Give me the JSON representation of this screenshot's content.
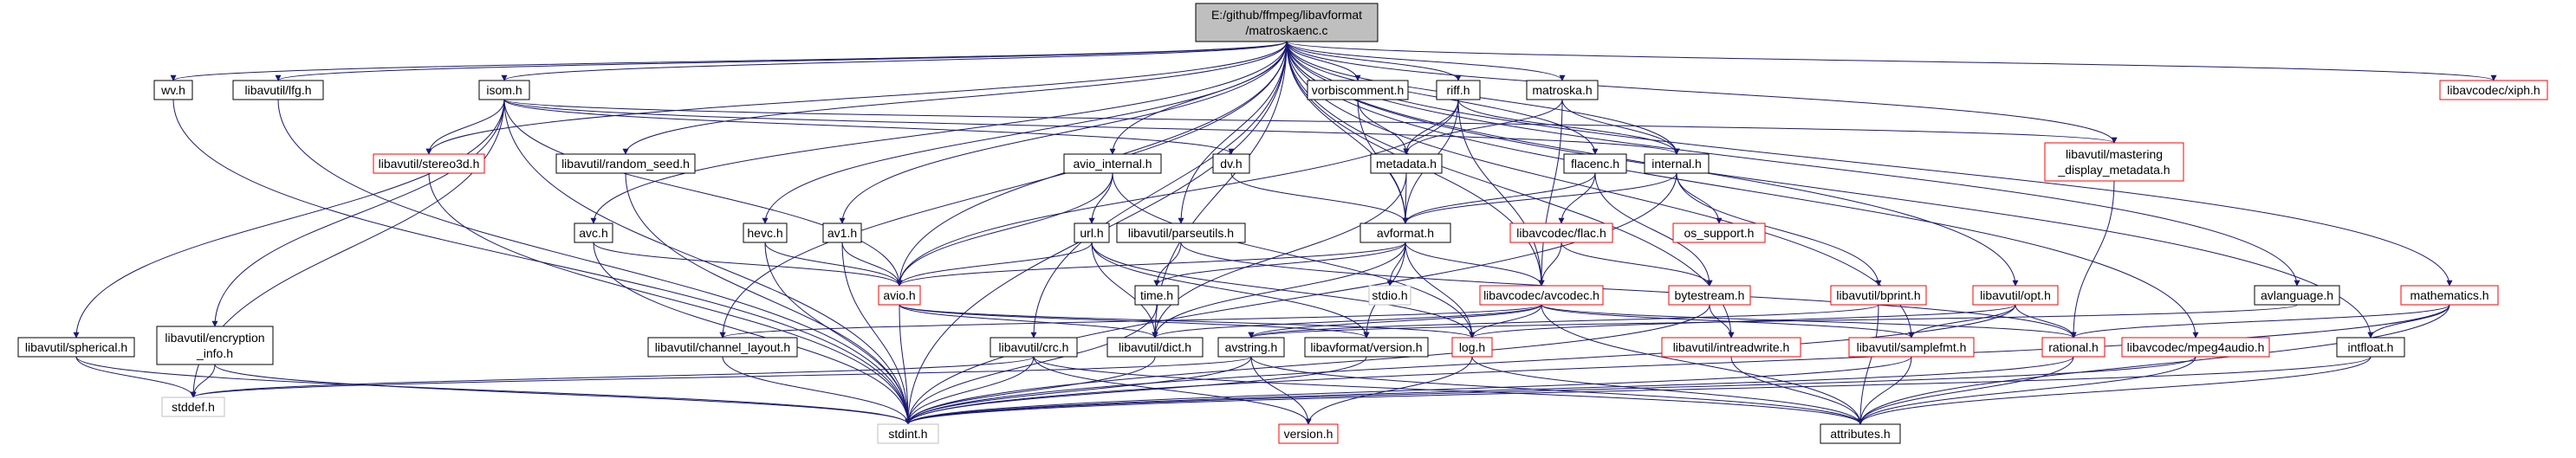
{
  "graph": {
    "type": "include-dependency-graph",
    "root": "root",
    "colors": {
      "edge": "#191970",
      "node_border": "#000000",
      "node_border_missing": "#ff0000",
      "node_border_system": "#bfbfbf",
      "root_fill": "#bfbfbf",
      "node_fill": "#ffffff",
      "text": "#000000"
    },
    "nodes": [
      {
        "id": "root",
        "lines": [
          "E:/github/ffmpeg/libavformat",
          "/matroskaenc.c"
        ],
        "kind": "root"
      },
      {
        "id": "wv",
        "lines": [
          "wv.h"
        ],
        "kind": "normal"
      },
      {
        "id": "lfg",
        "lines": [
          "libavutil/lfg.h"
        ],
        "kind": "normal"
      },
      {
        "id": "isom",
        "lines": [
          "isom.h"
        ],
        "kind": "normal"
      },
      {
        "id": "vorbiscomment",
        "lines": [
          "vorbiscomment.h"
        ],
        "kind": "normal"
      },
      {
        "id": "riff",
        "lines": [
          "riff.h"
        ],
        "kind": "normal"
      },
      {
        "id": "matroska",
        "lines": [
          "matroska.h"
        ],
        "kind": "normal"
      },
      {
        "id": "xiph",
        "lines": [
          "libavcodec/xiph.h"
        ],
        "kind": "missing"
      },
      {
        "id": "stereo3d",
        "lines": [
          "libavutil/stereo3d.h"
        ],
        "kind": "missing"
      },
      {
        "id": "mastering",
        "lines": [
          "libavutil/mastering",
          "_display_metadata.h"
        ],
        "kind": "missing"
      },
      {
        "id": "random_seed",
        "lines": [
          "libavutil/random_seed.h"
        ],
        "kind": "normal"
      },
      {
        "id": "avio_internal",
        "lines": [
          "avio_internal.h"
        ],
        "kind": "normal"
      },
      {
        "id": "dv",
        "lines": [
          "dv.h"
        ],
        "kind": "normal"
      },
      {
        "id": "metadata",
        "lines": [
          "metadata.h"
        ],
        "kind": "normal"
      },
      {
        "id": "flacenc",
        "lines": [
          "flacenc.h"
        ],
        "kind": "normal"
      },
      {
        "id": "internal",
        "lines": [
          "internal.h"
        ],
        "kind": "normal"
      },
      {
        "id": "avc",
        "lines": [
          "avc.h"
        ],
        "kind": "normal"
      },
      {
        "id": "hevc",
        "lines": [
          "hevc.h"
        ],
        "kind": "normal"
      },
      {
        "id": "av1",
        "lines": [
          "av1.h"
        ],
        "kind": "normal"
      },
      {
        "id": "url",
        "lines": [
          "url.h"
        ],
        "kind": "normal"
      },
      {
        "id": "parseutils",
        "lines": [
          "libavutil/parseutils.h"
        ],
        "kind": "normal"
      },
      {
        "id": "avformat",
        "lines": [
          "avformat.h"
        ],
        "kind": "normal"
      },
      {
        "id": "flac",
        "lines": [
          "libavcodec/flac.h"
        ],
        "kind": "missing"
      },
      {
        "id": "os_support",
        "lines": [
          "os_support.h"
        ],
        "kind": "missing"
      },
      {
        "id": "time",
        "lines": [
          "time.h"
        ],
        "kind": "normal"
      },
      {
        "id": "stdio",
        "lines": [
          "stdio.h"
        ],
        "kind": "system"
      },
      {
        "id": "avio",
        "lines": [
          "avio.h"
        ],
        "kind": "missing"
      },
      {
        "id": "avcodec",
        "lines": [
          "libavcodec/avcodec.h"
        ],
        "kind": "missing"
      },
      {
        "id": "bytestream",
        "lines": [
          "bytestream.h"
        ],
        "kind": "missing"
      },
      {
        "id": "bprint",
        "lines": [
          "libavutil/bprint.h"
        ],
        "kind": "missing"
      },
      {
        "id": "opt",
        "lines": [
          "libavutil/opt.h"
        ],
        "kind": "missing"
      },
      {
        "id": "avlanguage",
        "lines": [
          "avlanguage.h"
        ],
        "kind": "normal"
      },
      {
        "id": "mathematics",
        "lines": [
          "mathematics.h"
        ],
        "kind": "missing"
      },
      {
        "id": "spherical",
        "lines": [
          "libavutil/spherical.h"
        ],
        "kind": "normal"
      },
      {
        "id": "encryption_info",
        "lines": [
          "libavutil/encryption",
          "_info.h"
        ],
        "kind": "normal"
      },
      {
        "id": "channel_layout",
        "lines": [
          "libavutil/channel_layout.h"
        ],
        "kind": "normal"
      },
      {
        "id": "crc",
        "lines": [
          "libavutil/crc.h"
        ],
        "kind": "normal"
      },
      {
        "id": "dict",
        "lines": [
          "libavutil/dict.h"
        ],
        "kind": "normal"
      },
      {
        "id": "avstring",
        "lines": [
          "avstring.h"
        ],
        "kind": "normal"
      },
      {
        "id": "libavformat_version",
        "lines": [
          "libavformat/version.h"
        ],
        "kind": "normal"
      },
      {
        "id": "log",
        "lines": [
          "log.h"
        ],
        "kind": "missing"
      },
      {
        "id": "intreadwrite",
        "lines": [
          "libavutil/intreadwrite.h"
        ],
        "kind": "missing"
      },
      {
        "id": "samplefmt",
        "lines": [
          "libavutil/samplefmt.h"
        ],
        "kind": "missing"
      },
      {
        "id": "rational",
        "lines": [
          "rational.h"
        ],
        "kind": "missing"
      },
      {
        "id": "mpeg4audio",
        "lines": [
          "libavcodec/mpeg4audio.h"
        ],
        "kind": "missing"
      },
      {
        "id": "intfloat",
        "lines": [
          "intfloat.h"
        ],
        "kind": "normal"
      },
      {
        "id": "stddef",
        "lines": [
          "stddef.h"
        ],
        "kind": "system"
      },
      {
        "id": "stdint",
        "lines": [
          "stdint.h"
        ],
        "kind": "system"
      },
      {
        "id": "version",
        "lines": [
          "version.h"
        ],
        "kind": "missing"
      },
      {
        "id": "attributes",
        "lines": [
          "attributes.h"
        ],
        "kind": "normal"
      }
    ],
    "edges": [
      [
        "root",
        "wv"
      ],
      [
        "root",
        "lfg"
      ],
      [
        "root",
        "isom"
      ],
      [
        "root",
        "vorbiscomment"
      ],
      [
        "root",
        "riff"
      ],
      [
        "root",
        "matroska"
      ],
      [
        "root",
        "xiph"
      ],
      [
        "root",
        "stereo3d"
      ],
      [
        "root",
        "mastering"
      ],
      [
        "root",
        "random_seed"
      ],
      [
        "root",
        "avio_internal"
      ],
      [
        "root",
        "avc"
      ],
      [
        "root",
        "hevc"
      ],
      [
        "root",
        "av1"
      ],
      [
        "root",
        "avformat"
      ],
      [
        "root",
        "flacenc"
      ],
      [
        "root",
        "internal"
      ],
      [
        "root",
        "avio"
      ],
      [
        "root",
        "avcodec"
      ],
      [
        "root",
        "opt"
      ],
      [
        "root",
        "avlanguage"
      ],
      [
        "root",
        "mathematics"
      ],
      [
        "root",
        "channel_layout"
      ],
      [
        "root",
        "crc"
      ],
      [
        "root",
        "dict"
      ],
      [
        "root",
        "samplefmt"
      ],
      [
        "root",
        "intreadwrite"
      ],
      [
        "root",
        "mpeg4audio"
      ],
      [
        "root",
        "intfloat"
      ],
      [
        "root",
        "stdint"
      ],
      [
        "root",
        "parseutils"
      ],
      [
        "wv",
        "stdint"
      ],
      [
        "lfg",
        "stdint"
      ],
      [
        "isom",
        "stereo3d"
      ],
      [
        "isom",
        "mastering"
      ],
      [
        "isom",
        "dv"
      ],
      [
        "isom",
        "internal"
      ],
      [
        "isom",
        "spherical"
      ],
      [
        "isom",
        "encryption_info"
      ],
      [
        "isom",
        "avio"
      ],
      [
        "isom",
        "stddef"
      ],
      [
        "isom",
        "stdint"
      ],
      [
        "vorbiscomment",
        "metadata"
      ],
      [
        "vorbiscomment",
        "avformat"
      ],
      [
        "riff",
        "metadata"
      ],
      [
        "riff",
        "internal"
      ],
      [
        "riff",
        "avcodec"
      ],
      [
        "riff",
        "avio"
      ],
      [
        "riff",
        "avformat"
      ],
      [
        "matroska",
        "metadata"
      ],
      [
        "matroska",
        "internal"
      ],
      [
        "matroska",
        "avcodec"
      ],
      [
        "stereo3d",
        "stdint"
      ],
      [
        "mastering",
        "rational"
      ],
      [
        "random_seed",
        "stdint"
      ],
      [
        "avio_internal",
        "url"
      ],
      [
        "avio_internal",
        "avio"
      ],
      [
        "avio_internal",
        "log"
      ],
      [
        "dv",
        "avformat"
      ],
      [
        "metadata",
        "avformat"
      ],
      [
        "metadata",
        "dict"
      ],
      [
        "flacenc",
        "flac"
      ],
      [
        "flacenc",
        "bytestream"
      ],
      [
        "flacenc",
        "avformat"
      ],
      [
        "internal",
        "avformat"
      ],
      [
        "internal",
        "os_support"
      ],
      [
        "internal",
        "bprint"
      ],
      [
        "internal",
        "stdint"
      ],
      [
        "avc",
        "avio"
      ],
      [
        "avc",
        "stdint"
      ],
      [
        "hevc",
        "avio"
      ],
      [
        "hevc",
        "stdint"
      ],
      [
        "av1",
        "avio"
      ],
      [
        "av1",
        "stdint"
      ],
      [
        "url",
        "avio"
      ],
      [
        "url",
        "dict"
      ],
      [
        "url",
        "libavformat_version"
      ],
      [
        "url",
        "log"
      ],
      [
        "parseutils",
        "time"
      ],
      [
        "parseutils",
        "rational"
      ],
      [
        "avformat",
        "time"
      ],
      [
        "avformat",
        "stdio"
      ],
      [
        "avformat",
        "avio"
      ],
      [
        "avformat",
        "avcodec"
      ],
      [
        "avformat",
        "dict"
      ],
      [
        "avformat",
        "log"
      ],
      [
        "avformat",
        "libavformat_version"
      ],
      [
        "flac",
        "avcodec"
      ],
      [
        "flac",
        "bytestream"
      ],
      [
        "time",
        "stdint"
      ],
      [
        "avio",
        "stdint"
      ],
      [
        "avio",
        "dict"
      ],
      [
        "avio",
        "log"
      ],
      [
        "avio",
        "libavformat_version"
      ],
      [
        "avcodec",
        "samplefmt"
      ],
      [
        "avcodec",
        "attributes"
      ],
      [
        "avcodec",
        "avstring"
      ],
      [
        "avcodec",
        "channel_layout"
      ],
      [
        "avcodec",
        "dict"
      ],
      [
        "avcodec",
        "log"
      ],
      [
        "avcodec",
        "rational"
      ],
      [
        "bytestream",
        "intreadwrite"
      ],
      [
        "bytestream",
        "stdint"
      ],
      [
        "bprint",
        "avstring"
      ],
      [
        "bprint",
        "attributes"
      ],
      [
        "opt",
        "rational"
      ],
      [
        "opt",
        "samplefmt"
      ],
      [
        "opt",
        "log"
      ],
      [
        "opt",
        "stdint"
      ],
      [
        "avlanguage",
        "avstring"
      ],
      [
        "mathematics",
        "rational"
      ],
      [
        "mathematics",
        "intfloat"
      ],
      [
        "mathematics",
        "stdint"
      ],
      [
        "mathematics",
        "attributes"
      ],
      [
        "spherical",
        "stddef"
      ],
      [
        "spherical",
        "stdint"
      ],
      [
        "encryption_info",
        "stddef"
      ],
      [
        "encryption_info",
        "stdint"
      ],
      [
        "channel_layout",
        "stdint"
      ],
      [
        "crc",
        "stdint"
      ],
      [
        "crc",
        "stddef"
      ],
      [
        "crc",
        "attributes"
      ],
      [
        "crc",
        "version"
      ],
      [
        "dict",
        "stdint"
      ],
      [
        "avstring",
        "stdint"
      ],
      [
        "avstring",
        "stddef"
      ],
      [
        "avstring",
        "attributes"
      ],
      [
        "avstring",
        "version"
      ],
      [
        "libavformat_version",
        "stdint"
      ],
      [
        "log",
        "version"
      ],
      [
        "log",
        "attributes"
      ],
      [
        "intreadwrite",
        "attributes"
      ],
      [
        "samplefmt",
        "stdint"
      ],
      [
        "samplefmt",
        "attributes"
      ],
      [
        "rational",
        "attributes"
      ],
      [
        "rational",
        "stdint"
      ],
      [
        "mpeg4audio",
        "stdint"
      ],
      [
        "mpeg4audio",
        "attributes"
      ],
      [
        "intfloat",
        "attributes"
      ],
      [
        "intfloat",
        "stdint"
      ]
    ]
  }
}
